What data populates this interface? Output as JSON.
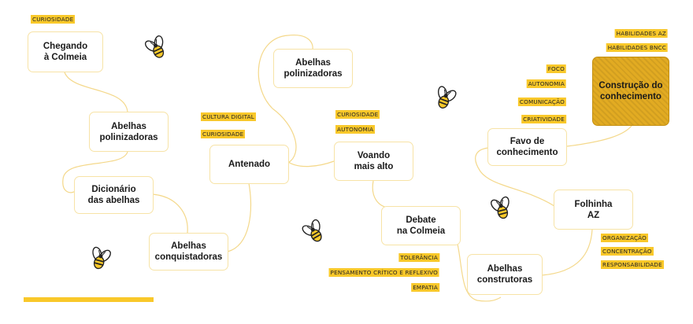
{
  "colors": {
    "tag": "#f9c82a",
    "node_border": "#f7e3a6",
    "dark_node": "#e2ab22",
    "connector": "#f4d88a"
  },
  "nodes": {
    "chegando": "Chegando\nà Colmeia",
    "abelhas_poli_1": "Abelhas\npolinizadoras",
    "dicionario": "Dicionário\ndas abelhas",
    "conquistadoras": "Abelhas\nconquistadoras",
    "antenado": "Antenado",
    "abelhas_poli_2": "Abelhas\npolinizadoras",
    "voando": "Voando\nmais alto",
    "debate": "Debate\nna Colmeia",
    "construtoras": "Abelhas\nconstrutoras",
    "folhinha": "Folhinha\nAZ",
    "favo": "Favo de\nconhecimento",
    "construcao": "Construção do\nconhecimento"
  },
  "tags": {
    "curiosidade_1": "CURIOSIDADE",
    "cultura_digital": "CULTURA DIGITAL",
    "curiosidade_2": "CURIOSIDADE",
    "curiosidade_3": "CURIOSIDADE",
    "autonomia_1": "AUTONOMIA",
    "tolerancia": "TOLERÂNCIA",
    "pensamento": "PENSAMENTO CRÍTICO E REFLEXIVO",
    "empatia": "EMPATIA",
    "foco": "FOCO",
    "autonomia_2": "AUTONOMIA",
    "comunicacao": "COMUNICAÇÃO",
    "criatividade": "CRIATIVIDADE",
    "habilidades_az": "HABILIDADES AZ",
    "habilidades_bncc": "HABILIDADES BNCC",
    "organizacao": "ORGANIZAÇÃO",
    "concentracao": "CONCENTRAÇÃO",
    "responsabilidade": "RESPONSABILIDADE"
  },
  "icons": {
    "bee": "bee-icon"
  }
}
